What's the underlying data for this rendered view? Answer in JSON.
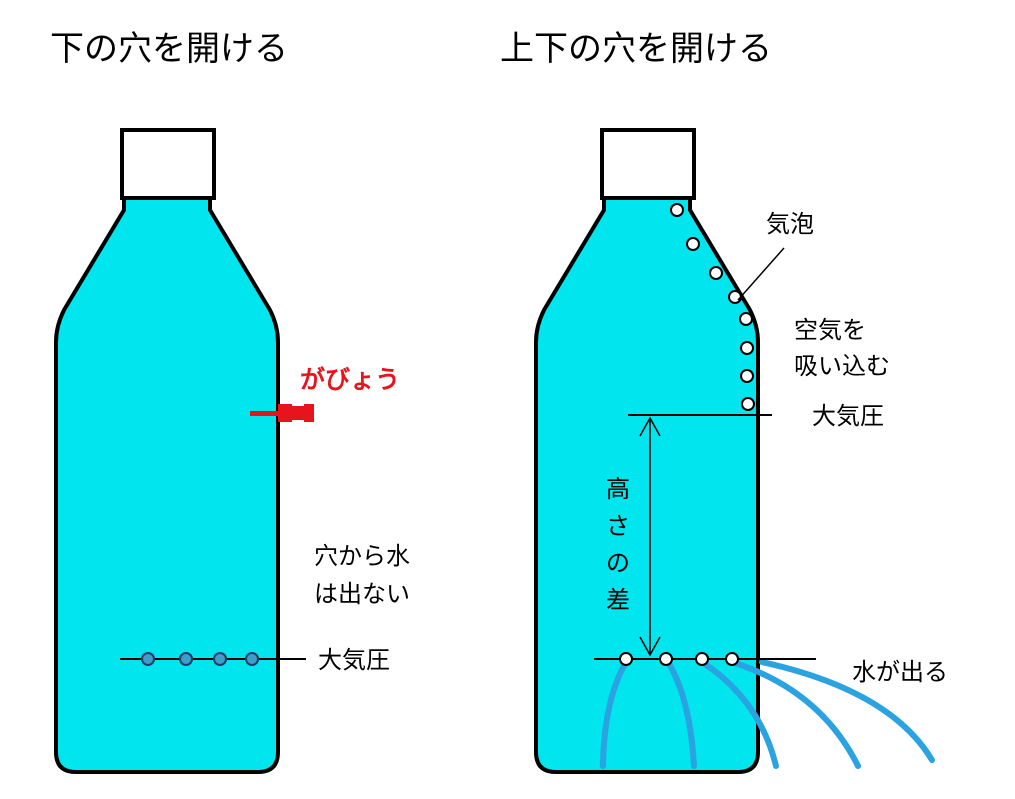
{
  "left": {
    "title": "下の穴を開ける",
    "pin_label": "がびょう",
    "note_line1": "穴から水",
    "note_line2": "は出ない",
    "pressure_label": "大気圧"
  },
  "right": {
    "title": "上下の穴を開ける",
    "bubble_label": "気泡",
    "air_line1": "空気を",
    "air_line2": "吸い込む",
    "pressure_label": "大気圧",
    "height_chars": [
      "高",
      "さ",
      "の",
      "差"
    ],
    "water_label": "水が出る"
  },
  "colors": {
    "water": "#00e5ee",
    "outline": "#000000",
    "pin": "#e8141d",
    "hole": "#3aa0c8",
    "stream": "#2aa3e0"
  }
}
